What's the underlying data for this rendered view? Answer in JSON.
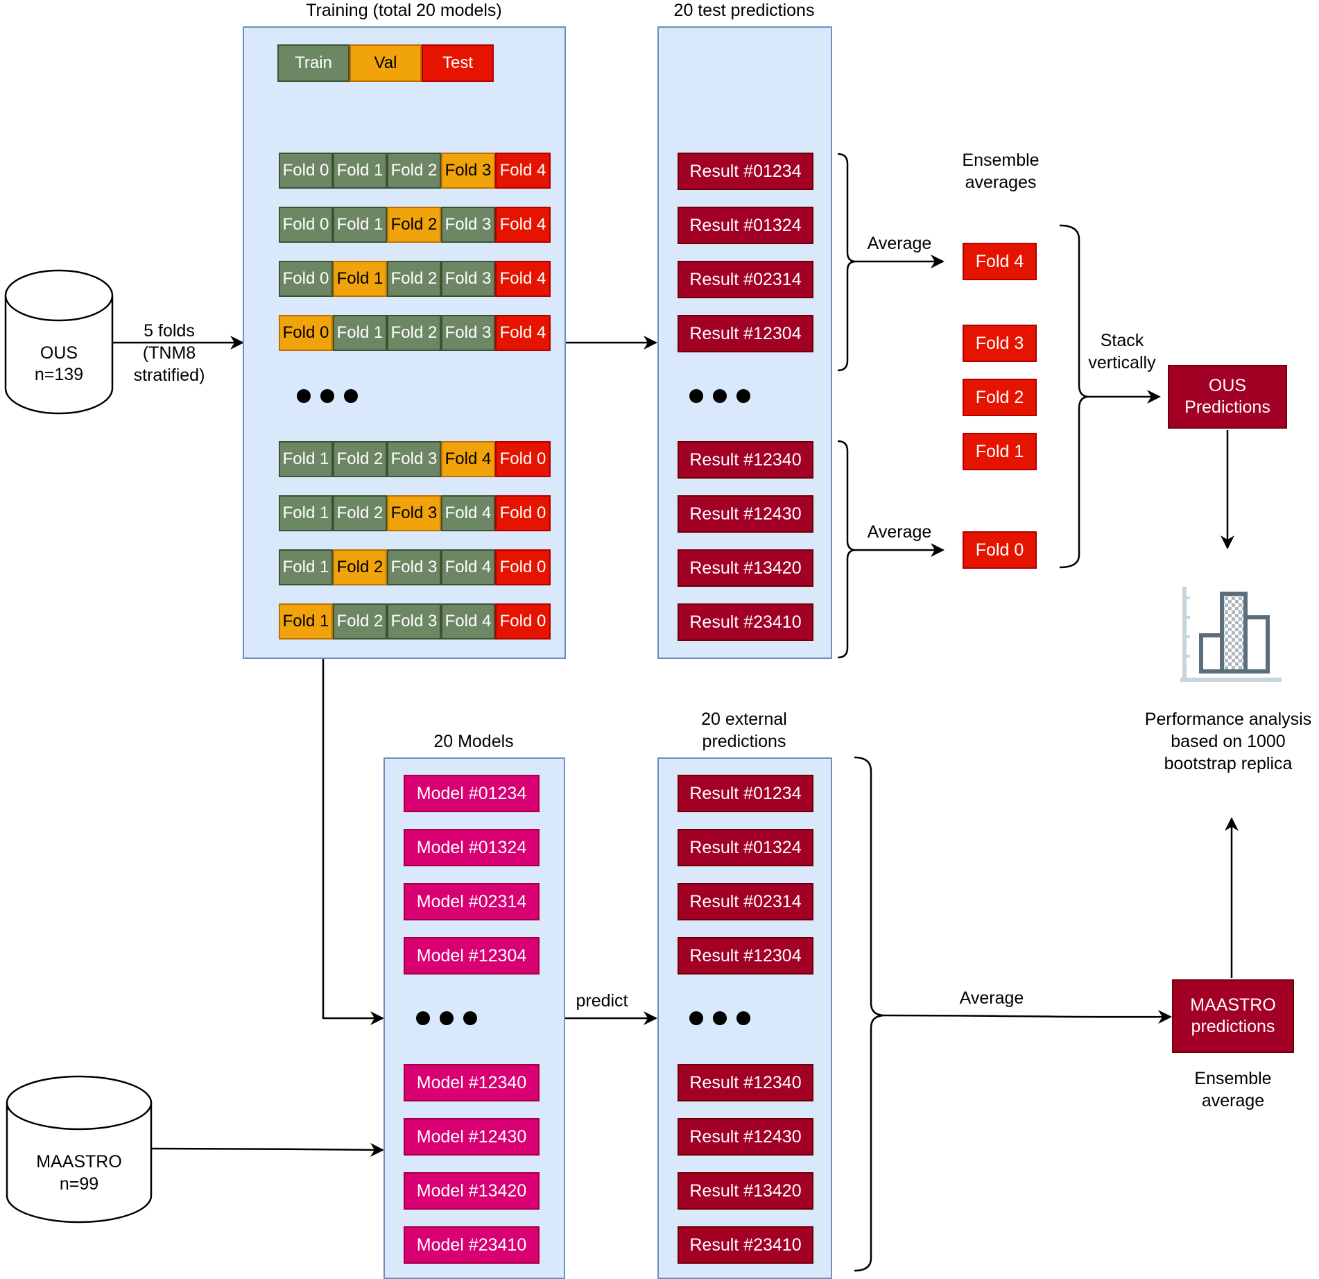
{
  "colors": {
    "panel_fill": "#dae8fc",
    "panel_border": "#6c8ebf",
    "train": "#6d8764",
    "val": "#f0a30a",
    "test": "#e51400",
    "result": "#a20025",
    "model": "#d80073",
    "fold": "#e51400"
  },
  "datasets": {
    "ous": {
      "line1": "OUS",
      "line2": "n=139"
    },
    "maastro": {
      "line1": "MAASTRO",
      "line2": "n=99"
    }
  },
  "folds_label": {
    "line1": "5 folds",
    "line2": "(TNM8",
    "line3": "stratified)"
  },
  "training": {
    "title": "Training (total 20 models)",
    "legend": {
      "train": "Train",
      "val": "Val",
      "test": "Test"
    },
    "rows_top": [
      [
        {
          "t": "Fold 0",
          "r": "train"
        },
        {
          "t": "Fold 1",
          "r": "train"
        },
        {
          "t": "Fold 2",
          "r": "train"
        },
        {
          "t": "Fold 3",
          "r": "val"
        },
        {
          "t": "Fold 4",
          "r": "test"
        }
      ],
      [
        {
          "t": "Fold 0",
          "r": "train"
        },
        {
          "t": "Fold 1",
          "r": "train"
        },
        {
          "t": "Fold 2",
          "r": "val"
        },
        {
          "t": "Fold 3",
          "r": "train"
        },
        {
          "t": "Fold 4",
          "r": "test"
        }
      ],
      [
        {
          "t": "Fold 0",
          "r": "train"
        },
        {
          "t": "Fold 1",
          "r": "val"
        },
        {
          "t": "Fold 2",
          "r": "train"
        },
        {
          "t": "Fold 3",
          "r": "train"
        },
        {
          "t": "Fold 4",
          "r": "test"
        }
      ],
      [
        {
          "t": "Fold 0",
          "r": "val"
        },
        {
          "t": "Fold 1",
          "r": "train"
        },
        {
          "t": "Fold 2",
          "r": "train"
        },
        {
          "t": "Fold 3",
          "r": "train"
        },
        {
          "t": "Fold 4",
          "r": "test"
        }
      ]
    ],
    "rows_bottom": [
      [
        {
          "t": "Fold 1",
          "r": "train"
        },
        {
          "t": "Fold 2",
          "r": "train"
        },
        {
          "t": "Fold 3",
          "r": "train"
        },
        {
          "t": "Fold 4",
          "r": "val"
        },
        {
          "t": "Fold 0",
          "r": "test"
        }
      ],
      [
        {
          "t": "Fold 1",
          "r": "train"
        },
        {
          "t": "Fold 2",
          "r": "train"
        },
        {
          "t": "Fold 3",
          "r": "val"
        },
        {
          "t": "Fold 4",
          "r": "train"
        },
        {
          "t": "Fold 0",
          "r": "test"
        }
      ],
      [
        {
          "t": "Fold 1",
          "r": "train"
        },
        {
          "t": "Fold 2",
          "r": "val"
        },
        {
          "t": "Fold 3",
          "r": "train"
        },
        {
          "t": "Fold 4",
          "r": "train"
        },
        {
          "t": "Fold 0",
          "r": "test"
        }
      ],
      [
        {
          "t": "Fold 1",
          "r": "val"
        },
        {
          "t": "Fold 2",
          "r": "train"
        },
        {
          "t": "Fold 3",
          "r": "train"
        },
        {
          "t": "Fold 4",
          "r": "train"
        },
        {
          "t": "Fold 0",
          "r": "test"
        }
      ]
    ]
  },
  "test_predictions": {
    "title": "20 test predictions",
    "results_top": [
      "Result #01234",
      "Result #01324",
      "Result #02314",
      "Result #12304"
    ],
    "results_bottom": [
      "Result #12340",
      "Result #12430",
      "Result #13420",
      "Result #23410"
    ]
  },
  "ensemble": {
    "title_line1": "Ensemble",
    "title_line2": "averages",
    "average_label": "Average",
    "folds": [
      "Fold 4",
      "Fold 3",
      "Fold 2",
      "Fold 1",
      "Fold 0"
    ]
  },
  "stack": {
    "line1": "Stack",
    "line2": "vertically"
  },
  "ous_predictions": {
    "line1": "OUS",
    "line2": "Predictions"
  },
  "performance": {
    "line1": "Performance analysis",
    "line2": "based on 1000",
    "line3": "bootstrap replica",
    "icon": "bar-chart-icon"
  },
  "models": {
    "title": "20 Models",
    "top": [
      "Model #01234",
      "Model #01324",
      "Model #02314",
      "Model #12304"
    ],
    "bottom": [
      "Model #12340",
      "Model #12430",
      "Model #13420",
      "Model #23410"
    ]
  },
  "predict_label": "predict",
  "external_predictions": {
    "title_line1": "20 external",
    "title_line2": "predictions",
    "results_top": [
      "Result #01234",
      "Result #01324",
      "Result #02314",
      "Result #12304"
    ],
    "results_bottom": [
      "Result #12340",
      "Result #12430",
      "Result #13420",
      "Result #23410"
    ]
  },
  "maastro_average_label": "Average",
  "maastro_predictions": {
    "line1": "MAASTRO",
    "line2": "predictions"
  },
  "ensemble_average": {
    "line1": "Ensemble",
    "line2": "average"
  }
}
